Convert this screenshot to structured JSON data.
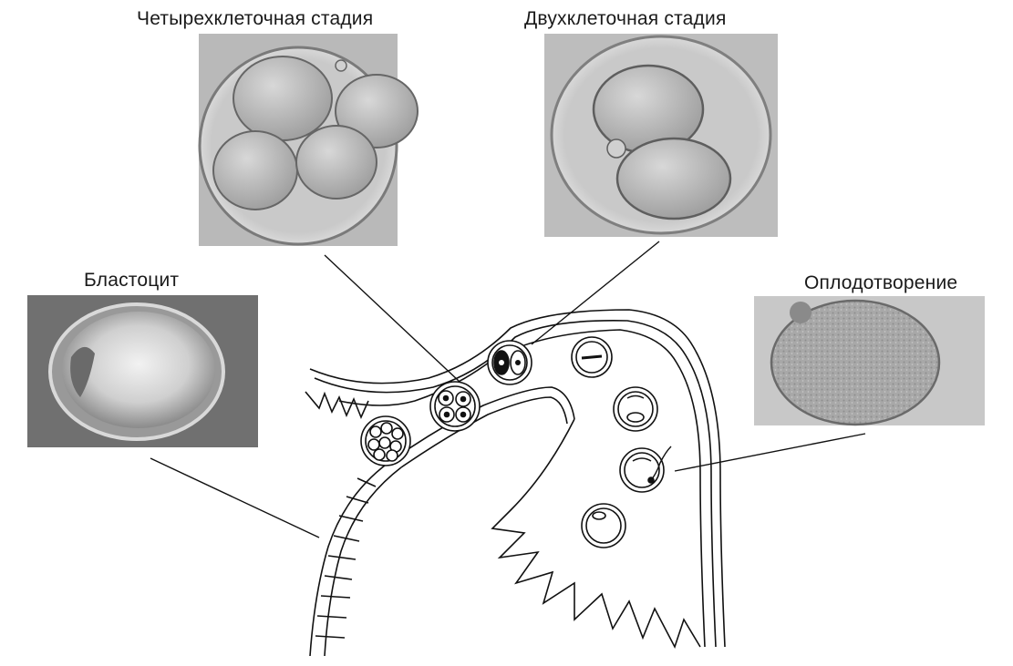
{
  "labels": {
    "four_cell": "Четырехклеточная стадия",
    "two_cell": "Двухклеточная стадия",
    "blastocyst": "Бластоцит",
    "fertilization": "Оплодотворение"
  },
  "images": {
    "four_cell": "micrograph of four-cell embryo",
    "two_cell": "micrograph of two-cell embryo",
    "blastocyst": "micrograph of blastocyst",
    "fertilization": "micrograph of fertilized oocyte"
  },
  "colors": {
    "line": "#111111",
    "photo_bg": "#bdbdbd",
    "blast_bg": "#6e6e6e"
  }
}
